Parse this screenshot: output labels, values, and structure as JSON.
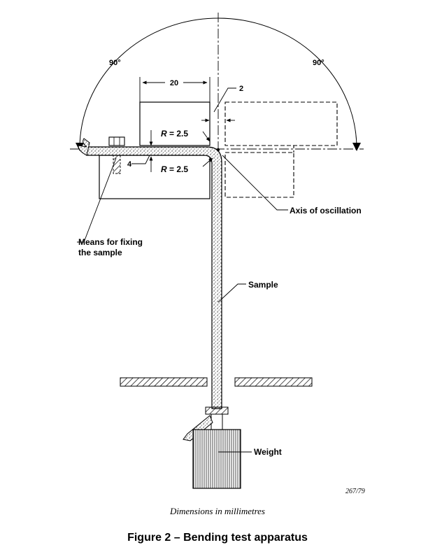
{
  "figure": {
    "title": "Figure 2 – Bending test apparatus",
    "note": "Dimensions in millimetres",
    "reference": "267/79"
  },
  "labels": {
    "angle_left": "90°",
    "angle_right": "90°",
    "width_dim": "20",
    "gap_dim": "2",
    "thickness_dim": "4",
    "radius_top": "R = 2.5",
    "radius_bottom": "R = 2.5",
    "axis": "Axis of oscillation",
    "fixing_line1": "Means for fixing",
    "fixing_line2": "the sample",
    "sample": "Sample",
    "weight": "Weight"
  }
}
